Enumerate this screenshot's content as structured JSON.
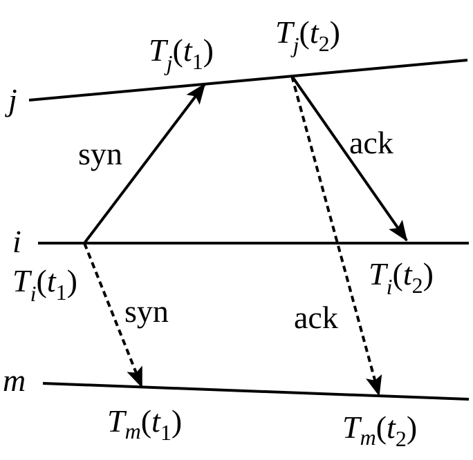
{
  "nodes": {
    "j": "j",
    "i": "i",
    "m": "m"
  },
  "messages": {
    "syn_solid": "syn",
    "ack_solid": "ack",
    "syn_dashed": "syn",
    "ack_dashed": "ack"
  },
  "timestamps": {
    "tj1": {
      "T": "T",
      "node": "j",
      "open": "(",
      "t": "t",
      "idx": "1",
      "close": ")"
    },
    "tj2": {
      "T": "T",
      "node": "j",
      "open": "(",
      "t": "t",
      "idx": "2",
      "close": ")"
    },
    "ti1": {
      "T": "T",
      "node": "i",
      "open": "(",
      "t": "t",
      "idx": "1",
      "close": ")"
    },
    "ti2": {
      "T": "T",
      "node": "i",
      "open": "(",
      "t": "t",
      "idx": "2",
      "close": ")"
    },
    "tm1": {
      "T": "T",
      "node": "m",
      "open": "(",
      "t": "t",
      "idx": "1",
      "close": ")"
    },
    "tm2": {
      "T": "T",
      "node": "m",
      "open": "(",
      "t": "t",
      "idx": "2",
      "close": ")"
    }
  }
}
